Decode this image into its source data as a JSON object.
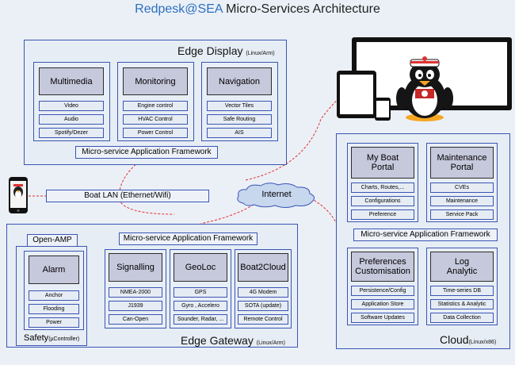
{
  "title": {
    "brand": "Redpesk@SEA",
    "rest": " Micro-Services Architecture"
  },
  "edge_display": {
    "label": "Edge Display",
    "os": "(Linux/Arm)",
    "framework": "Micro-service Application Framework",
    "modules": [
      {
        "name": "Multimedia",
        "items": [
          "Video",
          "Audio",
          "Spotify/Dezer"
        ]
      },
      {
        "name": "Monitoring",
        "items": [
          "Engine control",
          "HVAC Control",
          "Power Control"
        ]
      },
      {
        "name": "Navigation",
        "items": [
          "Vector Tiles",
          "Safe Routing",
          "AIS"
        ]
      }
    ]
  },
  "boat_lan": "Boat LAN (Ethernet/Wifi)",
  "internet": "Internet",
  "cloud": {
    "label": "Cloud",
    "os": "(Linux/x86)",
    "framework": "Micro-service Application Framework",
    "modules": [
      {
        "name": "My Boat\nPortal",
        "items": [
          "Charts, Routes,...",
          "Configurations",
          "Preference"
        ]
      },
      {
        "name": "Maintenance\nPortal",
        "items": [
          "CVEs",
          "Maintenance",
          "Service Pack"
        ]
      },
      {
        "name": "Preferences\nCustomisation",
        "items": [
          "Persistence/Config",
          "Application Store",
          "Software Updates"
        ]
      },
      {
        "name": "Log\nAnalytic",
        "items": [
          "Time-series DB",
          "Statistics & Analytic",
          "Data Collection"
        ]
      }
    ]
  },
  "edge_gateway": {
    "label": "Edge Gateway",
    "os": "(Linux/Arm)",
    "framework": "Micro-service Application Framework",
    "modules": [
      {
        "name": "Signalling",
        "items": [
          "NMEA-2000",
          "J1939",
          "Can-Open"
        ]
      },
      {
        "name": "GeoLoc",
        "items": [
          "GPS",
          "Gyro , Accelero",
          "Sounder, Radar, ..."
        ]
      },
      {
        "name": "Boat2Cloud",
        "items": [
          "4G Modem",
          "SOTA (update)",
          "Remote Control"
        ]
      }
    ]
  },
  "safety": {
    "label": "Safety",
    "controller": "(µController)",
    "open_amp": "Open-AMP",
    "module": {
      "name": "Alarm",
      "items": [
        "Anchor",
        "Flooding",
        "Power"
      ]
    }
  },
  "colors": {
    "link": "#e53030",
    "border": "#3a55b5",
    "header_fill": "#c6c8dc",
    "brand": "#2e6fc0"
  },
  "icons": [
    "smartphone-icon",
    "monitor-icon",
    "tablet-icon",
    "phone-icon",
    "penguin-mascot-icon"
  ]
}
